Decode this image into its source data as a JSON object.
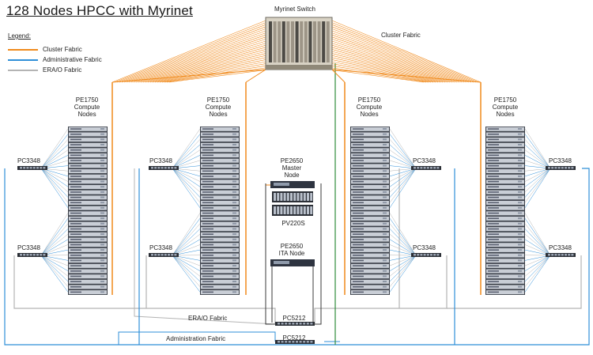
{
  "title": "128 Nodes HPCC with Myrinet",
  "legend": {
    "title": "Legend:",
    "items": [
      {
        "label": "Cluster Fabric",
        "color": "#f08a1c"
      },
      {
        "label": "Administrative Fabric",
        "color": "#2f8fd8"
      },
      {
        "label": "ERA/O Fabric",
        "color": "#b4b4b4"
      }
    ]
  },
  "switch": {
    "label": "Myrinet Switch",
    "fabric_label": "Cluster Fabric"
  },
  "racks": [
    {
      "line1": "PE1750",
      "line2": "Compute",
      "line3": "Nodes"
    },
    {
      "line1": "PE1750",
      "line2": "Compute",
      "line3": "Nodes"
    },
    {
      "line1": "PE1750",
      "line2": "Compute",
      "line3": "Nodes"
    },
    {
      "line1": "PE1750",
      "line2": "Compute",
      "line3": "Nodes"
    }
  ],
  "pc_labels": [
    "PC3348",
    "PC3348",
    "PC3348",
    "PC3348",
    "PC3348",
    "PC3348",
    "PC3348",
    "PC3348"
  ],
  "master": {
    "line1": "PE2650",
    "line2": "Master",
    "line3": "Node"
  },
  "storage": {
    "label": "PV220S"
  },
  "ita": {
    "line1": "PE2650",
    "line2": "ITA Node"
  },
  "pc5212": [
    "PC5212",
    "PC5212"
  ],
  "fabric_labels": {
    "erao": "ERA/O Fabric",
    "admin": "Administration Fabric"
  },
  "colors": {
    "cluster": "#f08a1c",
    "admin": "#2f8fd8",
    "erao": "#b4b4b4",
    "green": "#2e8b3a"
  }
}
